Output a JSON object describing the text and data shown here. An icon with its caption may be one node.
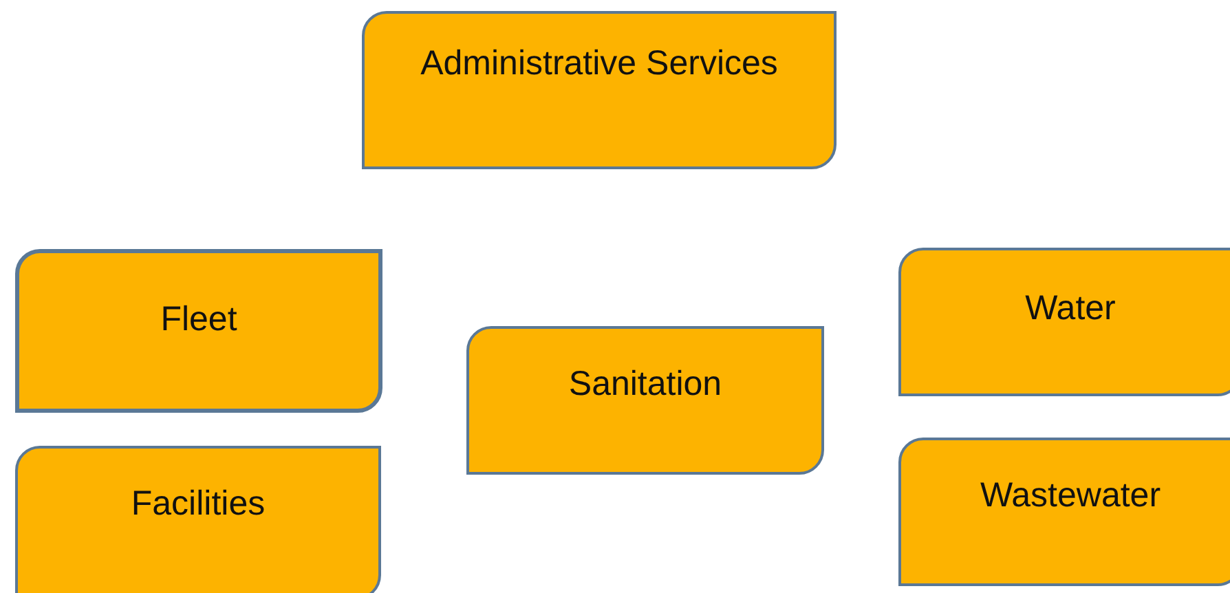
{
  "diagram": {
    "nodes": [
      {
        "text": [
          "Administrative Services"
        ]
      },
      {
        "text": [
          "Fleet"
        ]
      },
      {
        "text": [
          "Facilities"
        ]
      },
      {
        "text": [
          "Sanitation"
        ]
      },
      {
        "text": [
          "Water"
        ]
      },
      {
        "text": [
          "Wastewater"
        ]
      }
    ]
  }
}
